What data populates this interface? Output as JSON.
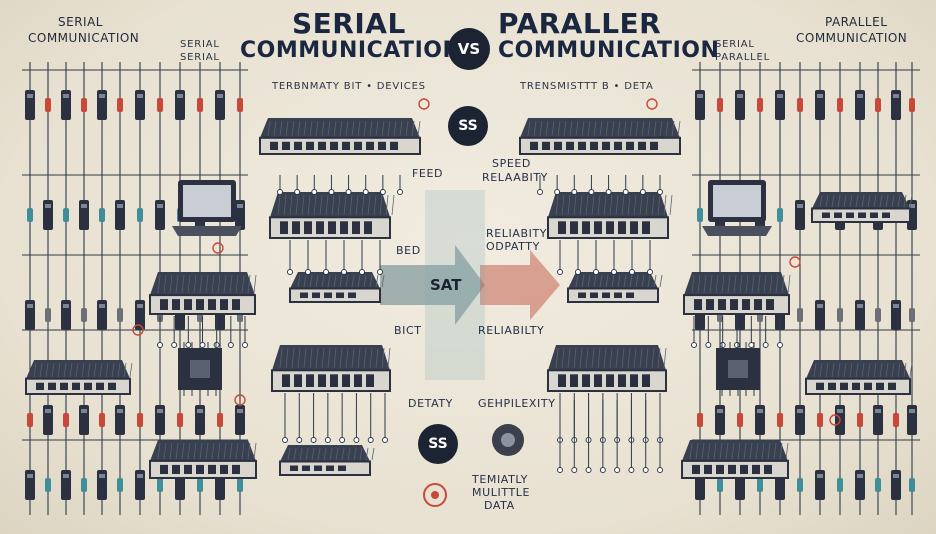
{
  "header": {
    "left_corner": [
      "SERIAL",
      "COMMUNICATION"
    ],
    "left_title": [
      "SERIAL",
      "COMMUNICATION"
    ],
    "vs_badge": "VS",
    "right_title": [
      "PARALLER",
      "COMMUNICATION"
    ],
    "right_corner": [
      "PARALLEL",
      "COMMUNICATION"
    ],
    "left_small": [
      "SERIAL",
      "SERIAL"
    ],
    "right_small": [
      "SERIAL",
      "PARALLEL"
    ]
  },
  "subtitles": {
    "left": "TERBNMATY BIT • DEVICES",
    "right": "TRENSMISTTT B • DETA"
  },
  "center": {
    "badge_top": "SS",
    "arrow_label": "SAT",
    "badge_bottom": "SS",
    "labels": {
      "feed": "FEED",
      "speed": "SPEED",
      "relaability": "RELAABITY",
      "reliabity_odpatty": [
        "RELIABITY",
        "ODPATTY"
      ],
      "bed": "BED",
      "bict": "BICT",
      "reliabilty": "RELIABILTY",
      "detaty": "DETATY",
      "gehpilexity": "GEHPILEXITY",
      "bottom_block": [
        "TEMIATLY",
        "MULITTLE",
        "DATA"
      ]
    }
  },
  "colors": {
    "ink": "#1c2333",
    "device": "#2b3140",
    "wire": "#2f3a48",
    "accent_red": "#c8483a",
    "accent_teal": "#3f8e9a",
    "arrow_left": "#5f7f86",
    "arrow_right": "#c56250"
  }
}
